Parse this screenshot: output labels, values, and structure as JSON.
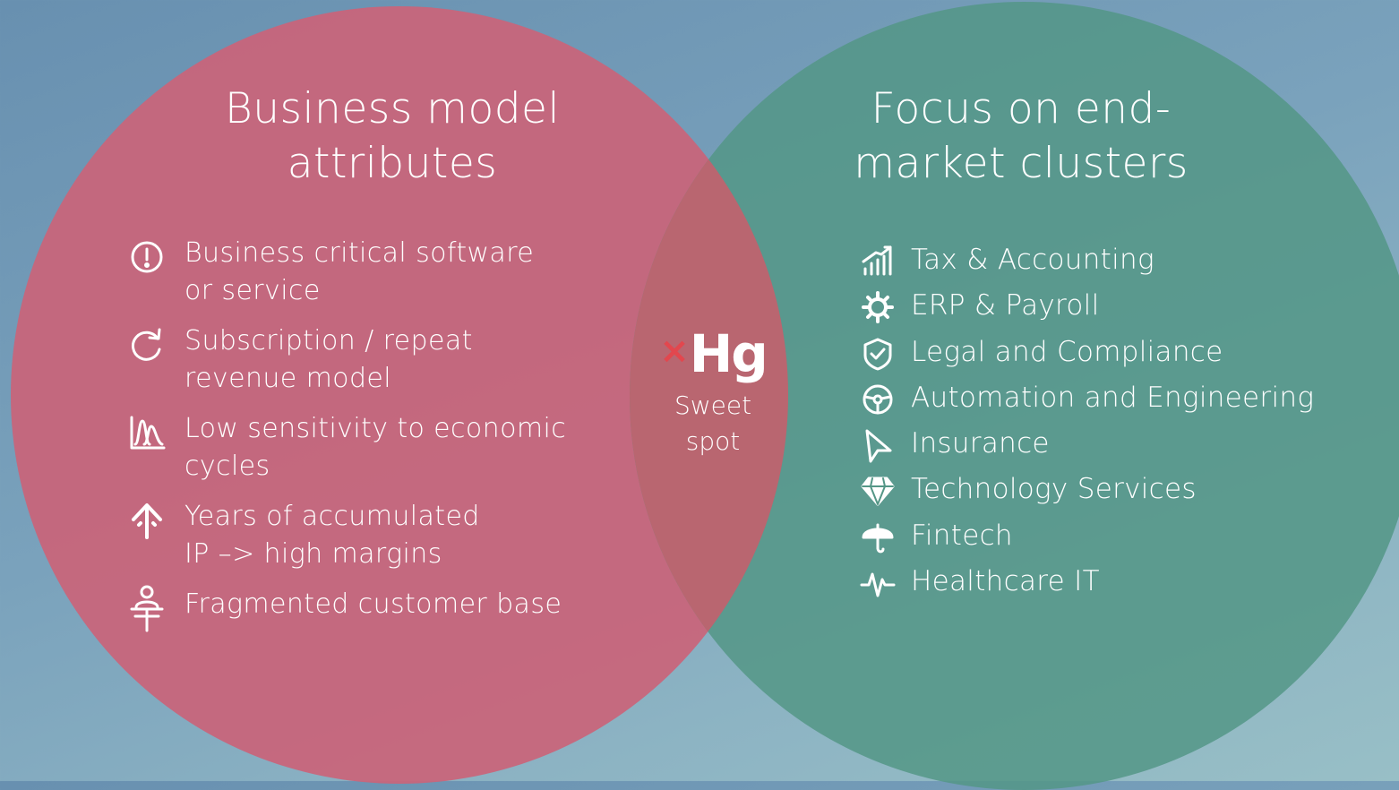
{
  "left_circle": {
    "title_line1": "Business model",
    "title_line2": "attributes",
    "items": [
      {
        "icon": "exclamation-circle-icon",
        "line1": "Business critical software",
        "line2": "or service"
      },
      {
        "icon": "refresh-icon",
        "line1": "Subscription / repeat",
        "line2": "revenue model"
      },
      {
        "icon": "wave-chart-icon",
        "line1": "Low sensitivity to economic",
        "line2": "cycles"
      },
      {
        "icon": "up-arrow-icon",
        "line1": "Years of accumulated",
        "line2": "IP –> high margins"
      },
      {
        "icon": "people-network-icon",
        "line1": "Fragmented customer base",
        "line2": ""
      }
    ]
  },
  "right_circle": {
    "title_line1": "Focus on end-",
    "title_line2": "market clusters",
    "items": [
      {
        "icon": "bar-growth-icon",
        "label": "Tax & Accounting"
      },
      {
        "icon": "gear-icon",
        "label": "ERP & Payroll"
      },
      {
        "icon": "shield-check-icon",
        "label": "Legal and Compliance"
      },
      {
        "icon": "steering-wheel-icon",
        "label": "Automation and Engineering"
      },
      {
        "icon": "cursor-arrow-icon",
        "label": "Insurance"
      },
      {
        "icon": "diamond-icon",
        "label": "Technology Services"
      },
      {
        "icon": "umbrella-icon",
        "label": "Fintech"
      },
      {
        "icon": "heartbeat-icon",
        "label": "Healthcare IT"
      }
    ]
  },
  "center": {
    "logo_mark": "×",
    "logo_text": "Hg",
    "label_line1": "Sweet",
    "label_line2": "spot"
  },
  "colors": {
    "left_circle": "#c9647a",
    "right_circle": "#549686",
    "overlap": "#b96670",
    "logo_mark": "#e2474e"
  }
}
